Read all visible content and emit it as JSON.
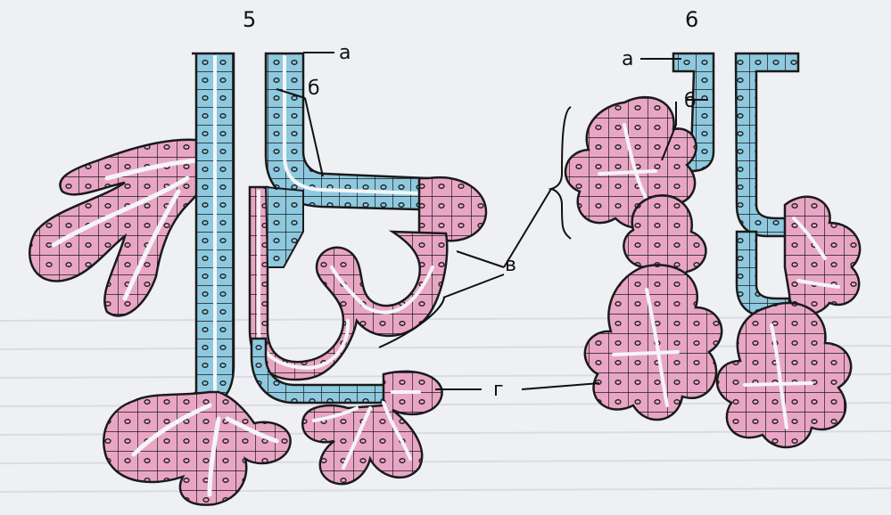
{
  "figures": [
    {
      "number": "5"
    },
    {
      "number": "6"
    }
  ],
  "labels": {
    "a": "а",
    "b": "б",
    "v": "в",
    "g": "г"
  },
  "colors": {
    "duct_epithelium": "#8ec9df",
    "secretory_epithelium": "#e9a6c4",
    "cell_outline": "#1a1a1a",
    "lumen": "#f4f5f7",
    "page_background": "#eef0f3"
  }
}
